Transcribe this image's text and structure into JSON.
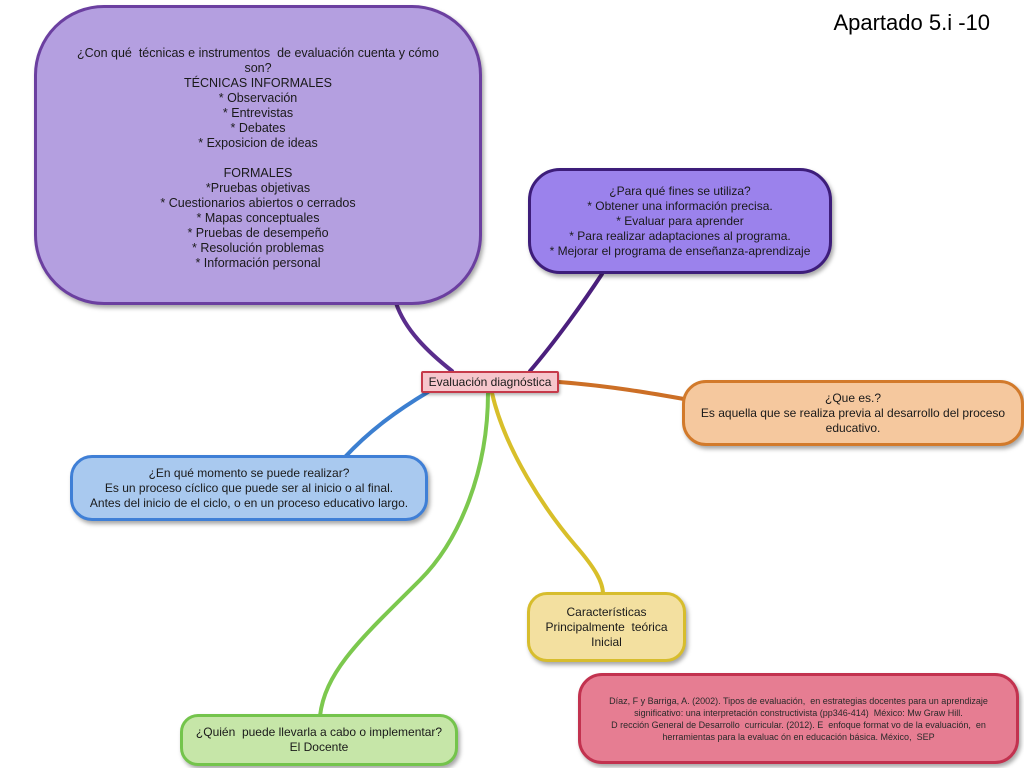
{
  "slide": {
    "title": "Apartado 5.i -10"
  },
  "central": {
    "label": "Evaluación diagnóstica"
  },
  "nodes": {
    "tecnicas": {
      "lines": [
        "¿Con qué  técnicas e instrumentos  de evaluación cuenta y cómo",
        "son?",
        "TÉCNICAS INFORMALES",
        "* Observación",
        "* Entrevistas",
        "* Debates",
        "* Exposicion de ideas",
        "",
        "FORMALES",
        "*Pruebas objetivas",
        "* Cuestionarios abiertos o cerrados",
        "* Mapas conceptuales",
        "* Pruebas de desempeño",
        "* Resolución problemas",
        "* Información personal"
      ],
      "fill": "#b49fe0",
      "border": "#6b3fa0"
    },
    "fines": {
      "lines": [
        "¿Para qué fines se utiliza?",
        "* Obtener una información precisa.",
        "* Evaluar para aprender",
        "* Para realizar adaptaciones al programa.",
        "* Mejorar el programa de enseñanza-aprendizaje"
      ],
      "fill": "#9b82ec",
      "border": "#3d1d7a"
    },
    "que_es": {
      "lines": [
        "¿Que es.?",
        "Es aquella que se realiza previa al desarrollo del proceso",
        "educativo."
      ],
      "fill": "#f5c89e",
      "border": "#d27a2b"
    },
    "momento": {
      "lines": [
        "¿En qué momento se puede realizar?",
        "Es un proceso cíclico que puede ser al inicio o al final.",
        "Antes del inicio de el ciclo, o en un proceso educativo largo."
      ],
      "fill": "#a9c9ef",
      "border": "#3f7fd6"
    },
    "caracteristicas": {
      "lines": [
        "Características",
        "Principalmente  teórica",
        "Inicial"
      ],
      "fill": "#f3e0a0",
      "border": "#d7bd2d"
    },
    "referencias": {
      "lines": [
        "Díaz, F y Barriga, A. (2002). Tipos de evaluación,  en estrategias docentes para un aprendizaje",
        "significativo: una interpretación constructivista (pp346-414)  México: Mw Graw Hill.",
        "D rección General de Desarrollo  curricular. (2012). E  enfoque format vo de la evaluación,  en",
        "herramientas para la evaluac ón en educación básica. México,  SEP"
      ],
      "fill": "#e67d92",
      "border": "#c2324f"
    },
    "quien": {
      "lines": [
        "¿Quién  puede llevarla a cabo o implementar?",
        "El Docente"
      ],
      "fill": "#c6e6a8",
      "border": "#74c44c"
    }
  },
  "connector_colors": {
    "tecnicas": "#5a2d8c",
    "fines": "#4b1f7d",
    "que_es": "#cc6f26",
    "momento": "#3c7fd0",
    "caracteristicas": "#d8bf2a",
    "quien": "#7cc84e"
  }
}
